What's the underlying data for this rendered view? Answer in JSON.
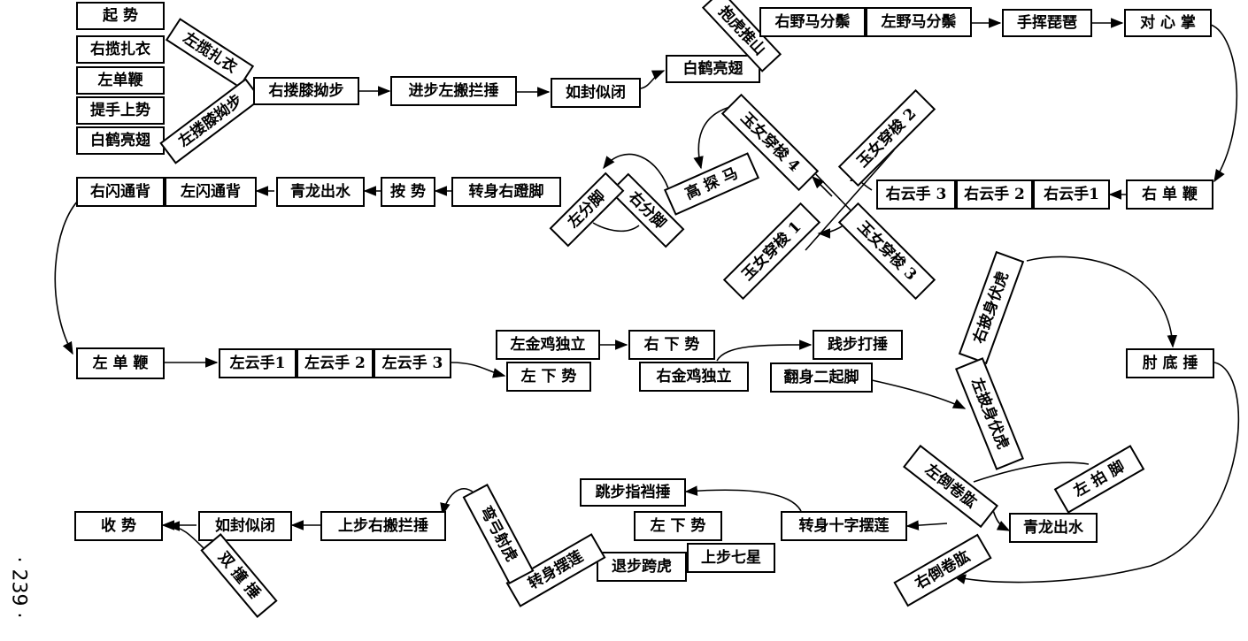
{
  "page_number": "· 239 ·",
  "nodes": {
    "n1": "起 势",
    "n2": "右揽扎衣",
    "n3": "左单鞭",
    "n4": "提手上势",
    "n5": "白鹤亮翅",
    "n6": "左揽扎衣",
    "n7": "左搂膝拗步",
    "n8": "右搂膝拗步",
    "n9": "进步左搬拦捶",
    "n10": "如封似闭",
    "n11": "白鹤亮翅",
    "n12": "抱虎推山",
    "n13": "右野马分鬃",
    "n14": "左野马分鬃",
    "n15": "手挥琵琶",
    "n16": "对 心 掌",
    "n17": "右 单 鞭",
    "n18": "右云手1",
    "n19": "右云手 2",
    "n20": "右云手 3",
    "n21": "玉女穿梭 2",
    "n22": "玉女穿梭 4",
    "n23": "玉女穿梭 1",
    "n24": "玉女穿梭 3",
    "n25": "高 探 马",
    "n26": "右分脚",
    "n27": "左分脚",
    "n28": "转身右蹬脚",
    "n29": "按 势",
    "n30": "青龙出水",
    "n31": "左闪通背",
    "n32": "右闪通背",
    "n33": "左 单 鞭",
    "n34": "左云手1",
    "n35": "左云手 2",
    "n36": "左云手 3",
    "n37": "左金鸡独立",
    "n38": "左 下 势",
    "n39": "右 下 势",
    "n40": "右金鸡独立",
    "n41": "践步打捶",
    "n42": "翻身二起脚",
    "n43": "右披身伏虎",
    "n44": "左披身伏虎",
    "n45": "肘 底 捶",
    "n46": "左倒卷肱",
    "n47": "左 拍 脚",
    "n48": "青龙出水",
    "n49": "右倒卷肱",
    "n50": "转身十字摆莲",
    "n51": "跳步指裆捶",
    "n52": "左 下 势",
    "n53": "上步七星",
    "n54": "退步跨虎",
    "n55": "转身摆莲",
    "n56": "弯弓射虎",
    "n57": "上步右搬拦捶",
    "n58": "如封似闭",
    "n59": "双 撞 捶",
    "n60": "收 势"
  },
  "colors": {
    "line": "#000000",
    "box_border": "#000000",
    "background": "#ffffff"
  }
}
